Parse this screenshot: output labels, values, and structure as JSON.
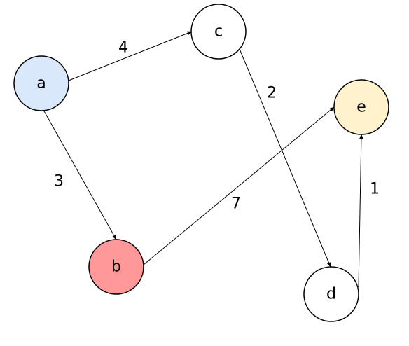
{
  "graph": {
    "nodes": [
      {
        "id": "a",
        "label": "a",
        "fill": "#dae8fc"
      },
      {
        "id": "b",
        "label": "b",
        "fill": "#ff9999"
      },
      {
        "id": "c",
        "label": "c",
        "fill": "#ffffff"
      },
      {
        "id": "d",
        "label": "d",
        "fill": "#ffffff"
      },
      {
        "id": "e",
        "label": "e",
        "fill": "#fff2cc"
      }
    ],
    "edges": [
      {
        "from": "a",
        "to": "c",
        "weight": "4"
      },
      {
        "from": "a",
        "to": "b",
        "weight": "3"
      },
      {
        "from": "c",
        "to": "d",
        "weight": "2"
      },
      {
        "from": "b",
        "to": "e",
        "weight": "7"
      },
      {
        "from": "d",
        "to": "e",
        "weight": "1"
      }
    ]
  }
}
